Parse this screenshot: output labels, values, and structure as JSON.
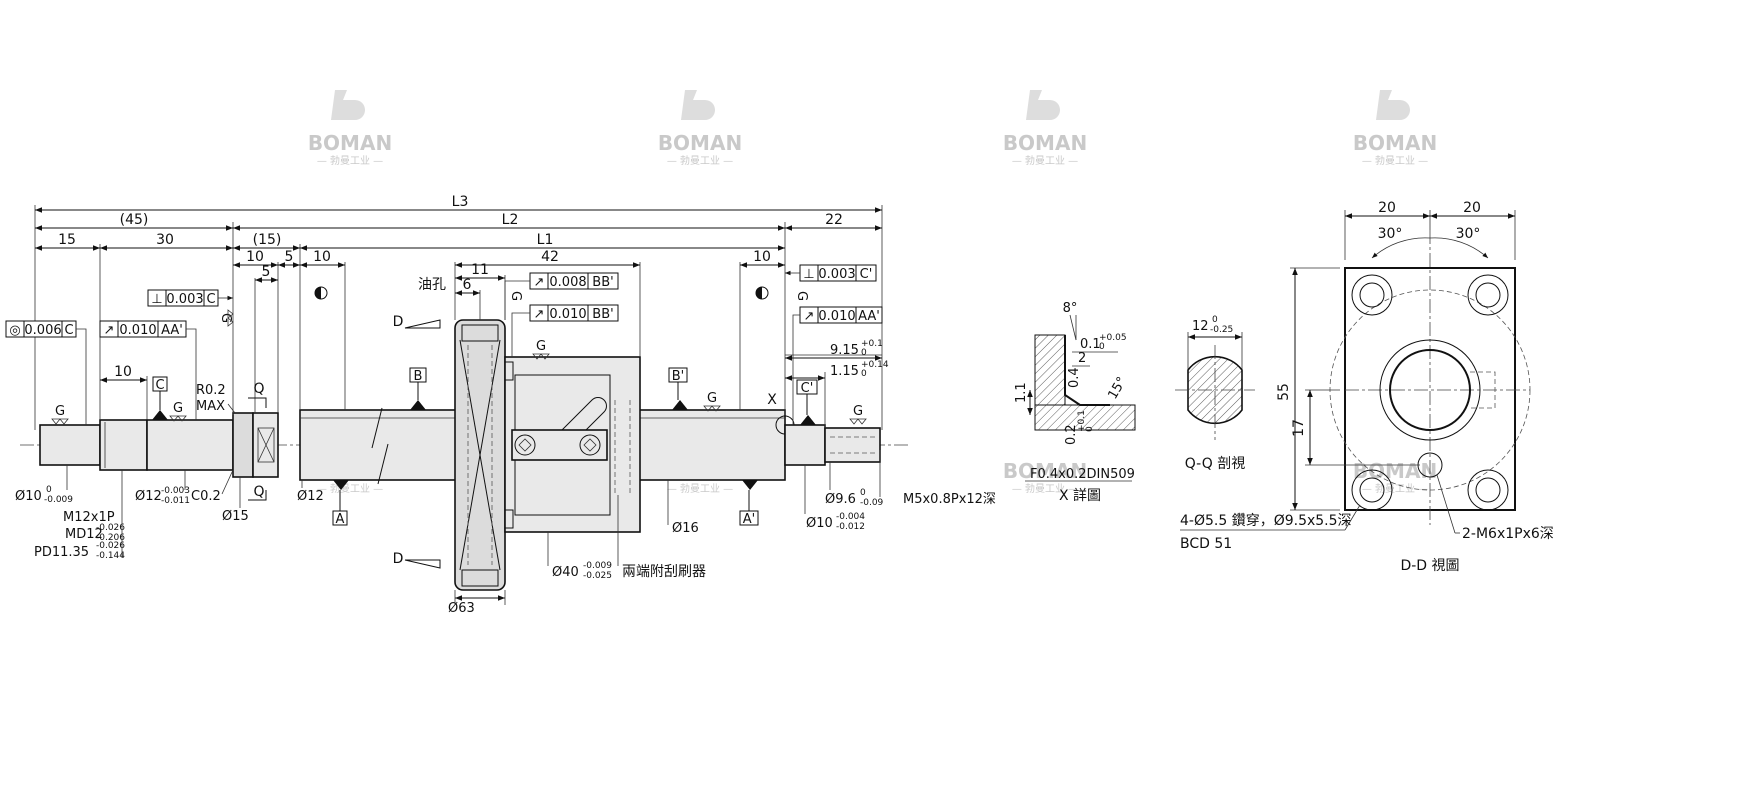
{
  "watermark": {
    "brand": "BOMAN",
    "sub": "— 勃曼工业 —"
  },
  "overall": {
    "L3": "L3",
    "L2": "L2",
    "L1": "L1",
    "d45": "(45)",
    "d22": "22",
    "d15": "15",
    "d30": "30",
    "d15p": "(15)",
    "d10a": "10",
    "d5a": "5",
    "d5b": "5",
    "d10b": "10",
    "d11": "11",
    "d6": "6",
    "d42": "42",
    "d10c": "10",
    "d10d": "10"
  },
  "tolerances": {
    "conc": {
      "sym": "◎",
      "val": "0.006",
      "ref": "C"
    },
    "runout1": {
      "sym": "↗",
      "val": "0.010",
      "ref": "AA'"
    },
    "perp1": {
      "sym": "⊥",
      "val": "0.003",
      "ref": "C"
    },
    "runout2": {
      "sym": "↗",
      "val": "0.008",
      "ref": "BB'"
    },
    "runout3": {
      "sym": "↗",
      "val": "0.010",
      "ref": "BB'"
    },
    "perp2": {
      "sym": "⊥",
      "val": "0.003",
      "ref": "C'"
    },
    "runout4": {
      "sym": "↗",
      "val": "0.010",
      "ref": "AA'"
    }
  },
  "labels": {
    "oil": "油孔",
    "G": "G",
    "Q": "Q",
    "D": "D",
    "X": "X",
    "A": "A",
    "Aprime": "A'",
    "B": "B",
    "Bprime": "B'",
    "C": "C",
    "Cprime": "C'",
    "r02": "R0.2",
    "max": "MAX",
    "c02": "C0.2",
    "d10": "Ø10",
    "d10tol": [
      "0",
      "-0.009"
    ],
    "m12": "M12x1P",
    "md12": "MD12",
    "md12tol": [
      "-0.026",
      "-0.206"
    ],
    "pd": "PD11.35",
    "pdtol": [
      "-0.026",
      "-0.144"
    ],
    "d12a": "Ø12",
    "d12atol": [
      "-0.003",
      "-0.011"
    ],
    "d15": "Ø15",
    "d12b": "Ø12",
    "d16": "Ø16",
    "d40": "Ø40",
    "d40tol": [
      "-0.009",
      "-0.025"
    ],
    "d63": "Ø63",
    "wiper": "兩端附刮刷器",
    "len10": "10",
    "d96": "Ø9.6",
    "d96tol": [
      "0",
      "-0.09"
    ],
    "d10b": "Ø10",
    "d10btol": [
      "-0.004",
      "-0.012"
    ],
    "m5": "M5x0.8Px12深",
    "l915": "9.15",
    "l915tol": [
      "+0.1",
      "0"
    ],
    "l115": "1.15",
    "l115tol": [
      "+0.14",
      "0"
    ]
  },
  "detailX": {
    "a8": "8°",
    "d01": "0.1",
    "d01tol": [
      "+0.05",
      "0"
    ],
    "d2": "2",
    "d04": "0.4",
    "a15": "15°",
    "d11": "1.1",
    "d02": "0.2",
    "d02tol": [
      "+0.1",
      "0"
    ],
    "note": "F0.4x0.2DIN509",
    "title": "X 詳圖"
  },
  "sectionQ": {
    "w": "12",
    "wtol": [
      "0",
      "-0.25"
    ],
    "title": "Q-Q 剖視"
  },
  "viewD": {
    "w1": "20",
    "w2": "20",
    "a1": "30°",
    "a2": "30°",
    "h55": "55",
    "h17": "17",
    "holes": "4-Ø5.5 鑽穿，Ø9.5x5.5深",
    "bcd": "BCD 51",
    "tap": "2-M6x1Px6深",
    "title": "D-D 視圖"
  }
}
